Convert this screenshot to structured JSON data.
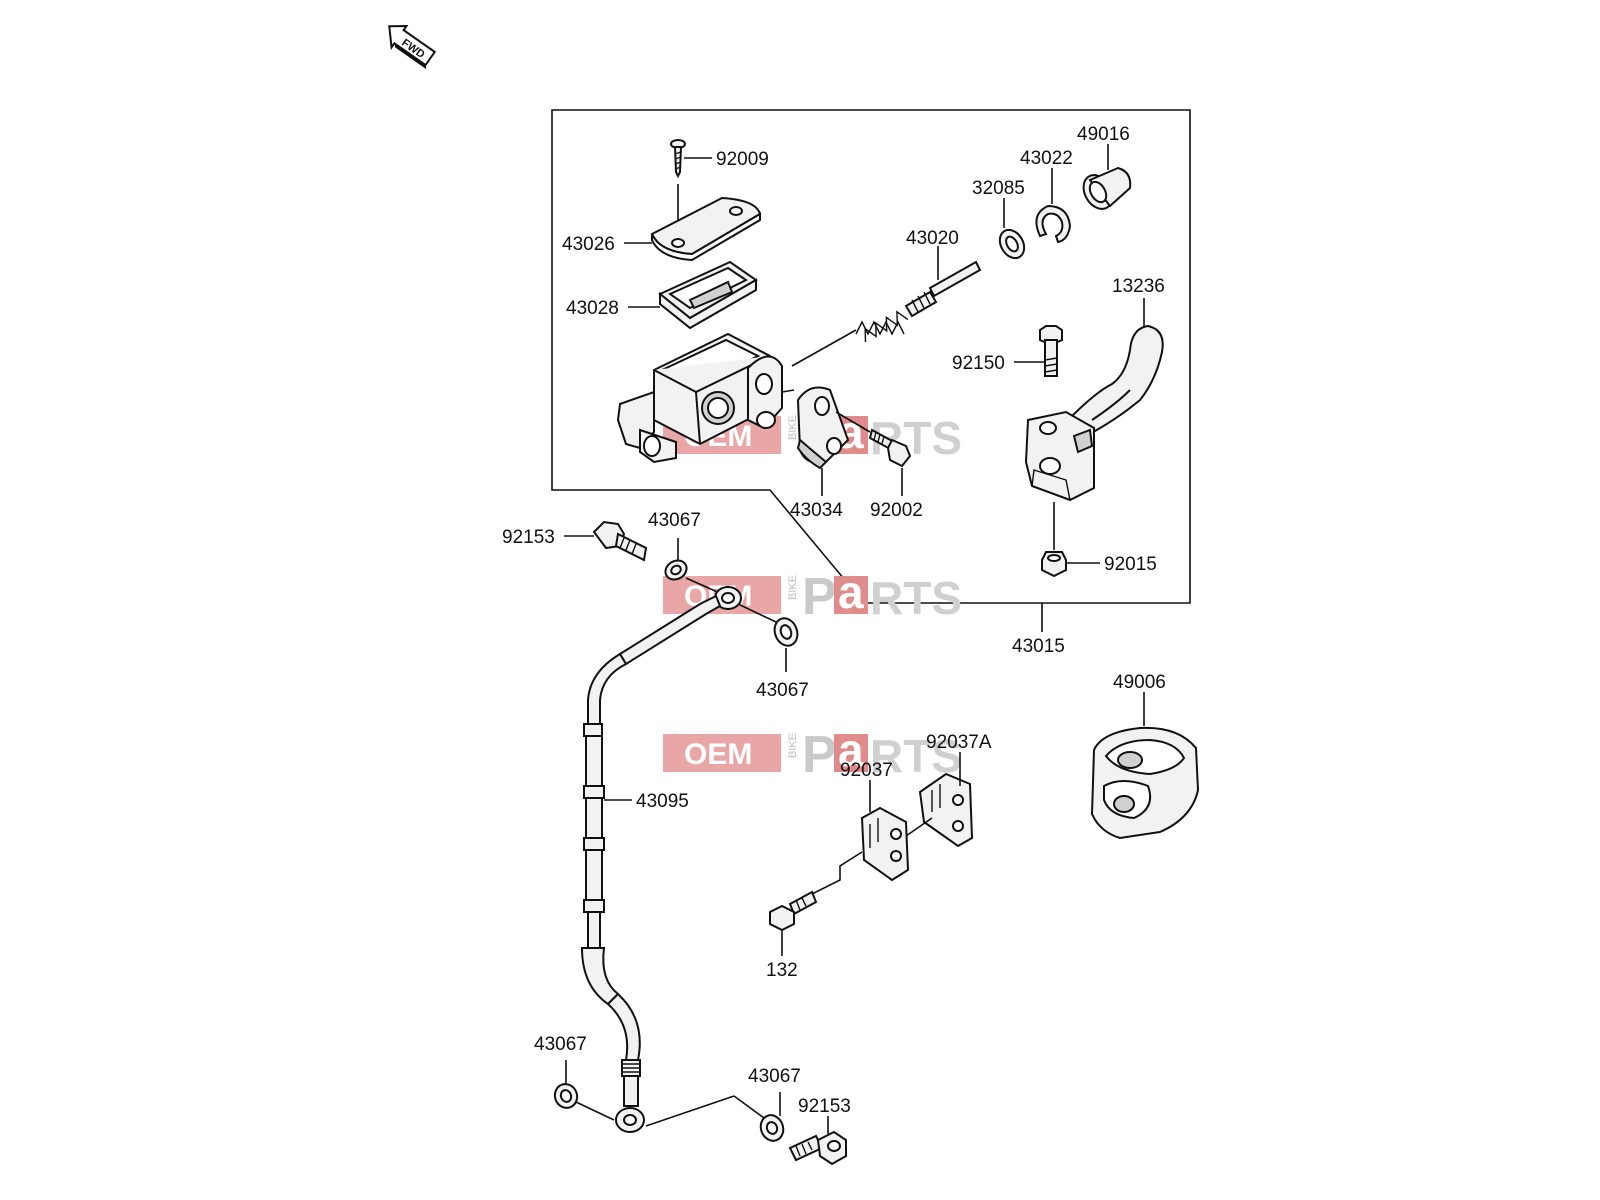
{
  "fwd_label": "FWD",
  "watermark": {
    "oem": "OEM",
    "bike": "BIKE",
    "p": "P",
    "a": "a",
    "rts": "RTS"
  },
  "labels": {
    "p92009": "92009",
    "p43026": "43026",
    "p43028": "43028",
    "p43020": "43020",
    "p32085": "32085",
    "p43022": "43022",
    "p49016": "49016",
    "p13236": "13236",
    "p92150": "92150",
    "p43034": "43034",
    "p92002": "92002",
    "p92015": "92015",
    "p43015": "43015",
    "p92153_top": "92153",
    "p43067_a": "43067",
    "p43067_b": "43067",
    "p49006": "49006",
    "p92037A": "92037A",
    "p92037": "92037",
    "p43095": "43095",
    "p132": "132",
    "p43067_c": "43067",
    "p43067_d": "43067",
    "p92153_bot": "92153"
  }
}
